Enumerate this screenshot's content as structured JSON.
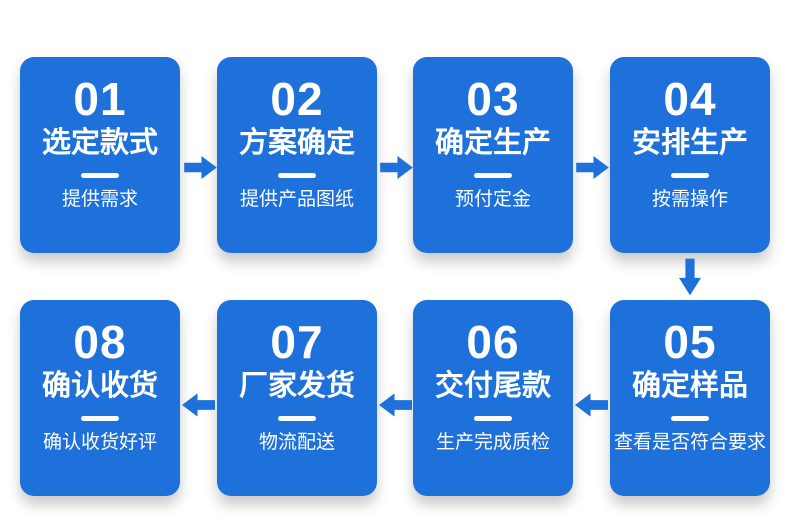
{
  "colors": {
    "card_blue": "#1E71DA",
    "arrow_blue": "#1E71DA",
    "text_white": "#ffffff",
    "background": "#ffffff"
  },
  "flow": {
    "steps": [
      {
        "number": "01",
        "title": "选定款式",
        "subtitle": "提供需求"
      },
      {
        "number": "02",
        "title": "方案确定",
        "subtitle": "提供产品图纸"
      },
      {
        "number": "03",
        "title": "确定生产",
        "subtitle": "预付定金"
      },
      {
        "number": "04",
        "title": "安排生产",
        "subtitle": "按需操作"
      },
      {
        "number": "05",
        "title": "确定样品",
        "subtitle": "查看是否符合要求"
      },
      {
        "number": "06",
        "title": "交付尾款",
        "subtitle": "生产完成质检"
      },
      {
        "number": "07",
        "title": "厂家发货",
        "subtitle": "物流配送"
      },
      {
        "number": "08",
        "title": "确认收货",
        "subtitle": "确认收货好评"
      }
    ],
    "connectors": [
      {
        "from": "01",
        "to": "02",
        "direction": "right"
      },
      {
        "from": "02",
        "to": "03",
        "direction": "right"
      },
      {
        "from": "03",
        "to": "04",
        "direction": "right"
      },
      {
        "from": "04",
        "to": "05",
        "direction": "down"
      },
      {
        "from": "05",
        "to": "06",
        "direction": "left"
      },
      {
        "from": "06",
        "to": "07",
        "direction": "left"
      },
      {
        "from": "07",
        "to": "08",
        "direction": "left"
      }
    ]
  }
}
